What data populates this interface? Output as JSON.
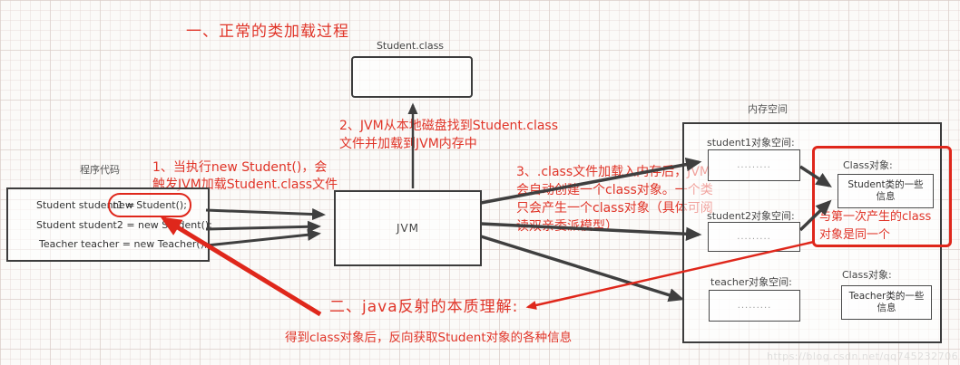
{
  "colors": {
    "red": "#e03428",
    "dark": "#3f3f3f"
  },
  "section1": {
    "title": "一、正常的类加载过程"
  },
  "class_file": {
    "label": "Student.class"
  },
  "steps": {
    "step1": "1、当执行new Student()，会\n触发JVM加载Student.class文件",
    "step2": "2、JVM从本地磁盘找到Student.class\n文件并加载到JVM内存中",
    "step3": "3、.class文件加载入内存后，JVM\n会自动创建一个class对象。一个类\n只会产生一个class对象（具体可阅\n读双亲委派模型）"
  },
  "code_panel": {
    "label": "程序代码",
    "line1_prefix": "Student student1 =",
    "line1_highlight": "new Student();",
    "line2": "Student student2 =  new Student();",
    "line3": "Teacher teacher = new Teacher();"
  },
  "jvm": {
    "label": "JVM"
  },
  "memory": {
    "label": "内存空间",
    "student1_label": "student1对象空间:",
    "student2_label": "student2对象空间:",
    "teacher_label": "teacher对象空间:",
    "dots": ".........",
    "class_object_label": "Class对象:",
    "student_info": "Student类的一些\n信息",
    "teacher_info": "Teacher类的一些\n信息",
    "same_class_note": "与第一次产生的class\n对象是同一个"
  },
  "section2": {
    "title": "二、java反射的本质理解:",
    "note": "得到class对象后，反向获取Student对象的各种信息"
  },
  "watermark": "https://blog.csdn.net/qq745232706"
}
